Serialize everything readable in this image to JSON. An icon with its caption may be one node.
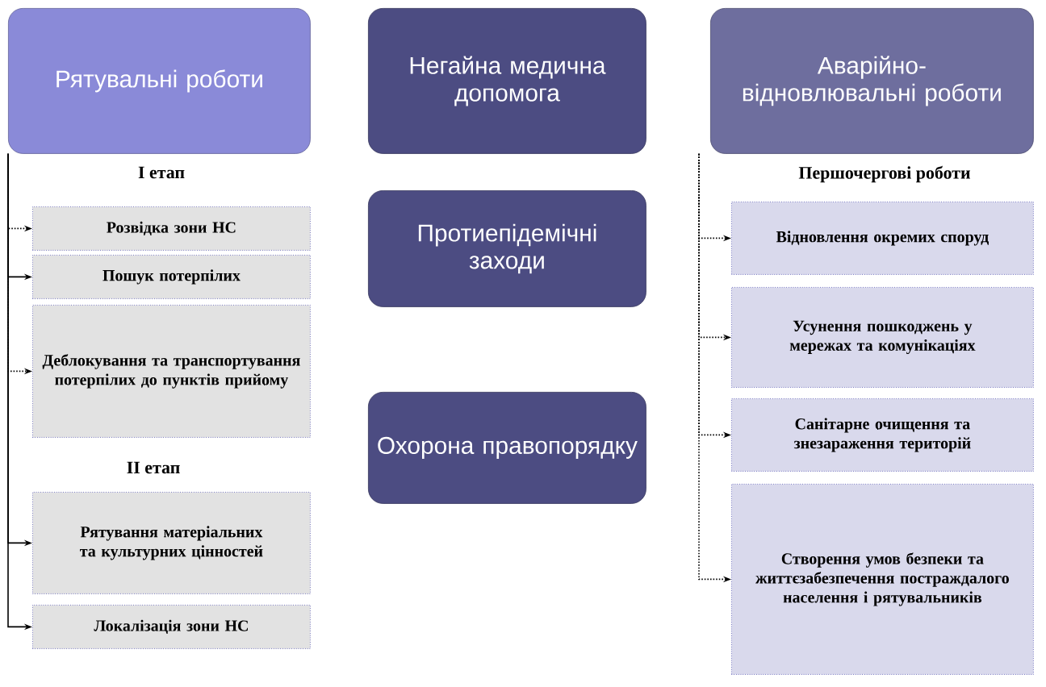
{
  "diagram": {
    "nodes": [
      {
        "text": [
          "Рятувальні роботи"
        ]
      },
      {
        "text": [
          "Негайна медична допомога"
        ]
      },
      {
        "text": [
          "Аварійно-відновлювальні роботи"
        ]
      },
      {
        "text": [
          "Протиепідемічні заходи"
        ]
      },
      {
        "text": [
          "Охорона правопорядку"
        ]
      },
      {
        "text": [
          "Розвідка зони НС"
        ]
      },
      {
        "text": [
          "Пошук потерпілих"
        ]
      },
      {
        "text": [
          "Деблокування та транспортування потерпілих до пунктів прийому"
        ]
      },
      {
        "text": [
          "Рятування матеріальних та культурних цінностей"
        ]
      },
      {
        "text": [
          "Локалізація зони НС"
        ]
      },
      {
        "text": [
          "Відновлення окремих споруд"
        ]
      },
      {
        "text": [
          "Усунення пошкоджень у мережах та комунікаціях"
        ]
      },
      {
        "text": [
          "Санітарне очищення та знезараження територій"
        ]
      },
      {
        "text": [
          "Створення умов безпеки та життєзабезпечення постраждалого населення і рятувальників"
        ]
      }
    ],
    "edges": [
      {
        "from": 0,
        "to": 5,
        "arrow": "to",
        "style": "dashed"
      },
      {
        "from": 0,
        "to": 6,
        "arrow": "to"
      },
      {
        "from": 0,
        "to": 7,
        "arrow": "to",
        "style": "dashed"
      },
      {
        "from": 0,
        "to": 8,
        "arrow": "to"
      },
      {
        "from": 0,
        "to": 9,
        "arrow": "to"
      },
      {
        "from": 2,
        "to": 10,
        "arrow": "to",
        "style": "dashed"
      },
      {
        "from": 2,
        "to": 11,
        "arrow": "to",
        "style": "dashed"
      },
      {
        "from": 2,
        "to": 12,
        "arrow": "to",
        "style": "dashed"
      },
      {
        "from": 2,
        "to": 13,
        "arrow": "to",
        "style": "dashed"
      }
    ],
    "labels": [
      "І етап",
      "ІІ етап",
      "Першочергові роботи"
    ]
  }
}
